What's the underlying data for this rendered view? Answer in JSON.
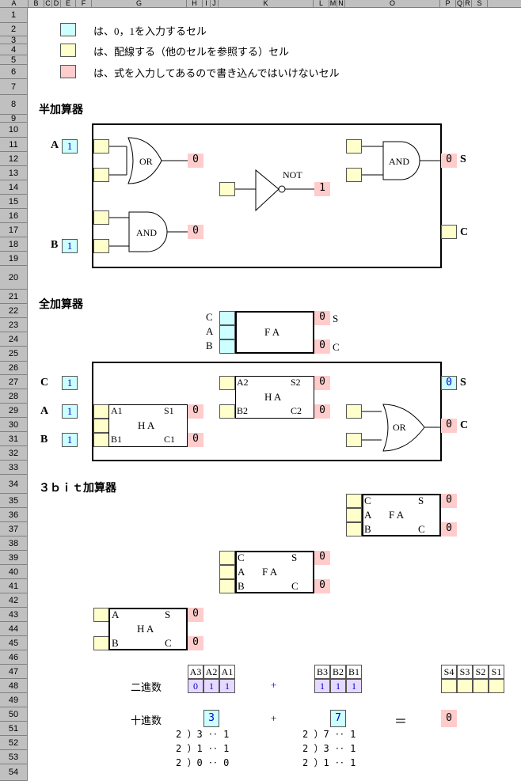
{
  "columns": [
    "A",
    "B",
    "C",
    "D",
    "E",
    "F",
    "G",
    "H",
    "I",
    "J",
    "K",
    "L",
    "M",
    "N",
    "O",
    "P",
    "Q",
    "R",
    "S"
  ],
  "rows": [
    "1",
    "2",
    "3",
    "4",
    "5",
    "6",
    "7",
    "8",
    "9",
    "10",
    "11",
    "12",
    "13",
    "14",
    "15",
    "16",
    "17",
    "18",
    "19",
    "20",
    "21",
    "22",
    "23",
    "24",
    "25",
    "26",
    "27",
    "28",
    "29",
    "30",
    "31",
    "32",
    "33",
    "34",
    "35",
    "36",
    "37",
    "38",
    "39",
    "40",
    "41",
    "42",
    "43",
    "44",
    "45",
    "46",
    "47",
    "48",
    "49",
    "50",
    "51",
    "52",
    "53",
    "54"
  ],
  "legend": {
    "input_desc": "は、0，1を入力するセル",
    "wire_desc": "は、配線する（他のセルを参照する）セル",
    "formula_desc": "は、式を入力してあるので書き込んではいけないセル"
  },
  "half_adder": {
    "title": "半加算器",
    "A_label": "A",
    "A_value": "1",
    "B_label": "B",
    "B_value": "1",
    "or_label": "OR",
    "or_out": "0",
    "and_label": "AND",
    "and_out": "0",
    "not_label": "NOT",
    "not_out": "1",
    "and2_label": "AND",
    "and2_out": "0",
    "S_label": "S",
    "C_label": "C"
  },
  "full_adder": {
    "title": "全加算器",
    "C_in": "C",
    "A_in": "A",
    "B_in": "B",
    "fa_label": "F A",
    "S_out_value": "0",
    "S_label": "S",
    "C_out_value": "0",
    "C_label": "C",
    "C_label2": "C",
    "C_value": "1",
    "A_label2": "A",
    "A_value": "1",
    "B_label2": "B",
    "B_value": "1",
    "ha1": {
      "a": "A1",
      "b": "B1",
      "s": "S1",
      "c": "C1",
      "name": "H A",
      "s_out": "0",
      "c_out": "0"
    },
    "ha2": {
      "a": "A2",
      "b": "B2",
      "s": "S2",
      "c": "C2",
      "name": "H A",
      "s_out": "0",
      "c_out": "0"
    },
    "or_label": "OR",
    "or_out": "0",
    "S_final_value": "0",
    "S_final": "S",
    "C_final": "C"
  },
  "three_bit": {
    "title": "３ｂｉｔ加算器",
    "fa1": {
      "c": "C",
      "a": "A",
      "b": "B",
      "s": "S",
      "co": "C",
      "name": "F A",
      "s_out": "0",
      "c_out": "0"
    },
    "fa2": {
      "c": "C",
      "a": "A",
      "b": "B",
      "s": "S",
      "co": "C",
      "name": "F A",
      "s_out": "0",
      "c_out": "0"
    },
    "ha": {
      "a": "A",
      "b": "B",
      "s": "S",
      "c": "C",
      "name": "H A",
      "s_out": "0",
      "c_out": "0"
    },
    "binary_label": "二進数",
    "decimal_label": "十進数",
    "a_headers": [
      "A3",
      "A2",
      "A1"
    ],
    "a_bits": [
      "0",
      "1",
      "1"
    ],
    "b_headers": [
      "B3",
      "B2",
      "B1"
    ],
    "b_bits": [
      "1",
      "1",
      "1"
    ],
    "s_headers": [
      "S4",
      "S3",
      "S2",
      "S1"
    ],
    "plus": "+",
    "plus2": "+",
    "equals": "＝",
    "a_decimal": "3",
    "b_decimal": "7",
    "result_decimal": "0",
    "div_a": [
      "2 ）3 ‥ 1",
      "2 ）1 ‥ 1",
      "2 ）0 ‥ 0"
    ],
    "div_b": [
      "2 ）7 ‥ 1",
      "2 ）3 ‥ 1",
      "2 ）1 ‥ 1"
    ]
  }
}
